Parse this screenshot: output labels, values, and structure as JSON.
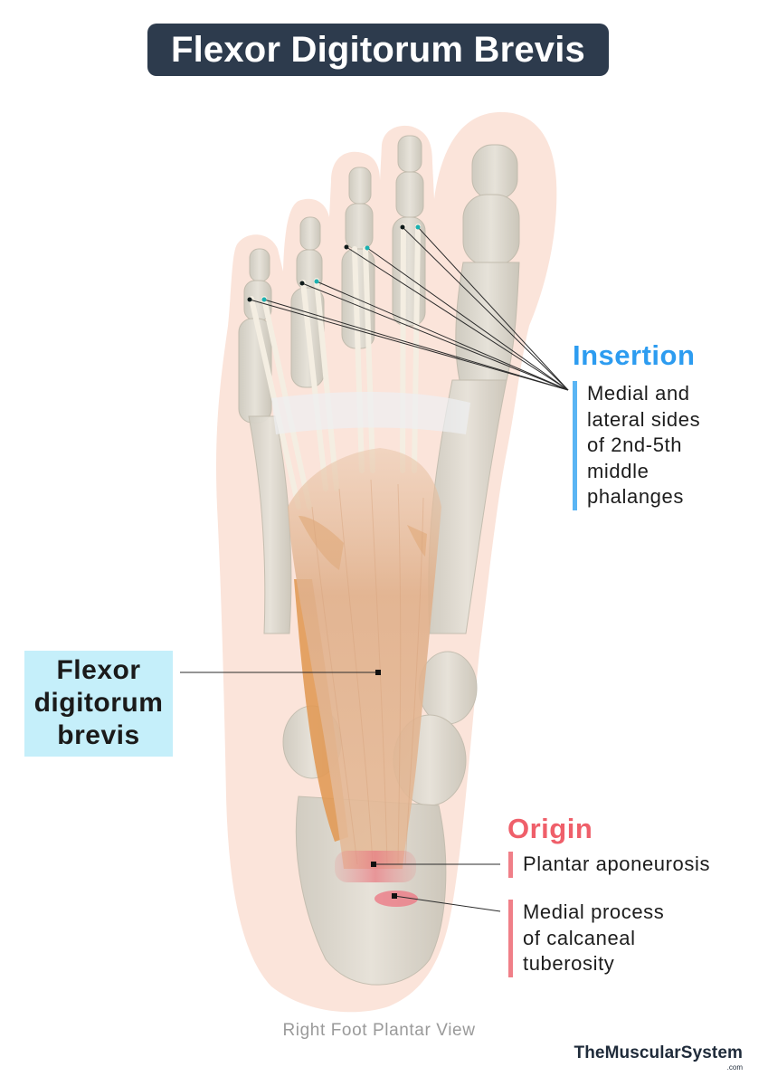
{
  "title": "Flexor Digitorum Brevis",
  "insertion": {
    "heading": "Insertion",
    "lines": [
      "Medial and",
      "lateral sides",
      "of 2nd-5th",
      "middle",
      "phalanges"
    ]
  },
  "origin": {
    "heading": "Origin",
    "item1": [
      "Plantar aponeurosis"
    ],
    "item2": [
      "Medial process",
      "of calcaneal",
      "tuberosity"
    ]
  },
  "muscle_label": [
    "Flexor",
    "digitorum",
    "brevis"
  ],
  "view_caption": "Right Foot Plantar View",
  "brand": {
    "name": "TheMuscularSystem",
    "suffix": ".com"
  },
  "colors": {
    "title_bg": "#2d3b4d",
    "insertion_accent": "#2d9cf0",
    "origin_accent": "#ef5f6a",
    "muscle_label_bg": "#c5effa",
    "skin_outline": "#fbe3d9",
    "bone": "#ddd9cf",
    "muscle": "#e1b28e"
  }
}
